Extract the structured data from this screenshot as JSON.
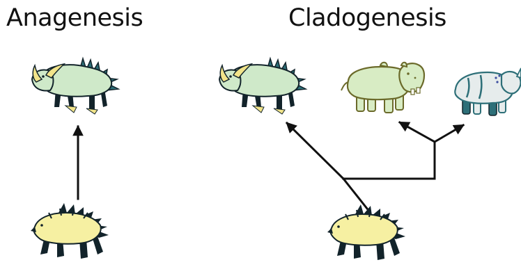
{
  "titles": {
    "anagenesis": "Anagenesis",
    "cladogenesis": "Cladogenesis"
  },
  "colors": {
    "ancestor_fill": "#f6f0a2",
    "warthog_fill": "#cfe9c9",
    "hippo_fill": "#d8ecc4",
    "rhino_fill": "#e6ecec",
    "outline": "#12232a",
    "shadow_teal": "#2d6f78",
    "tusk": "#f2e48a",
    "arrow": "#111111"
  },
  "creatures": [
    {
      "name": "anagenesis-ancestor",
      "kind": "spiky-ancestor"
    },
    {
      "name": "anagenesis-descendant",
      "kind": "warthog"
    },
    {
      "name": "cladogenesis-ancestor",
      "kind": "spiky-ancestor"
    },
    {
      "name": "cladogenesis-warthog",
      "kind": "warthog"
    },
    {
      "name": "cladogenesis-hippo",
      "kind": "hippo"
    },
    {
      "name": "cladogenesis-rhino",
      "kind": "rhino"
    }
  ]
}
